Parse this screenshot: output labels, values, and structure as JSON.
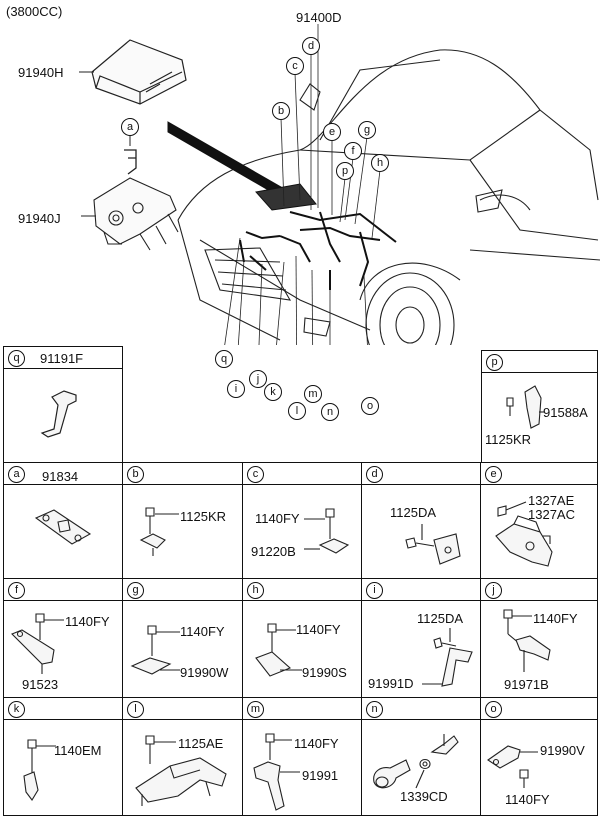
{
  "header": {
    "engine": "(3800CC)"
  },
  "main_part": "91400D",
  "top_parts": {
    "fuse_box_cover": "91940H",
    "fuse_box": "91940J"
  },
  "callouts": [
    "a",
    "b",
    "c",
    "d",
    "e",
    "f",
    "g",
    "h",
    "p",
    "q",
    "i",
    "j",
    "k",
    "l",
    "m",
    "n",
    "o"
  ],
  "cells": {
    "q": {
      "letter": "q",
      "parts": [
        "91191F"
      ]
    },
    "p": {
      "letter": "p",
      "parts": [
        "91588A",
        "1125KR"
      ]
    },
    "a": {
      "letter": "a",
      "parts": [
        "91834"
      ]
    },
    "b": {
      "letter": "b",
      "parts": [
        "1125KR"
      ]
    },
    "c": {
      "letter": "c",
      "parts": [
        "1140FY",
        "91220B"
      ]
    },
    "d": {
      "letter": "d",
      "parts": [
        "1125DA"
      ]
    },
    "e": {
      "letter": "e",
      "parts": [
        "1327AE",
        "1327AC"
      ]
    },
    "f": {
      "letter": "f",
      "parts": [
        "1140FY",
        "91523"
      ]
    },
    "g": {
      "letter": "g",
      "parts": [
        "1140FY",
        "91990W"
      ]
    },
    "h": {
      "letter": "h",
      "parts": [
        "1140FY",
        "91990S"
      ]
    },
    "i": {
      "letter": "i",
      "parts": [
        "1125DA",
        "91991D"
      ]
    },
    "j": {
      "letter": "j",
      "parts": [
        "1140FY",
        "91971B"
      ]
    },
    "k": {
      "letter": "k",
      "parts": [
        "1140EM"
      ]
    },
    "l": {
      "letter": "l",
      "parts": [
        "1125AE"
      ]
    },
    "m": {
      "letter": "m",
      "parts": [
        "1140FY",
        "91991"
      ]
    },
    "n": {
      "letter": "n",
      "parts": [
        "1339CD"
      ]
    },
    "o": {
      "letter": "o",
      "parts": [
        "91990V",
        "1140FY"
      ]
    }
  }
}
